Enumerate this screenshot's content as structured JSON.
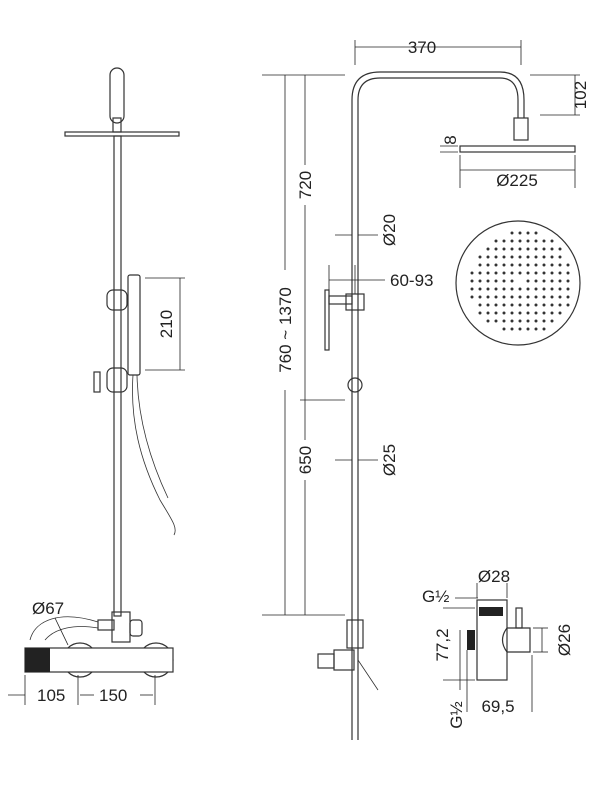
{
  "drawing": {
    "front_view": {
      "hand_shower_length": "210",
      "mixer_diameter": "Ø67",
      "mixer_offset": "105",
      "mixer_centers": "150"
    },
    "side_view": {
      "arm_reach": "370",
      "arm_height": "102",
      "head_thickness": "8",
      "head_diameter": "Ø225",
      "total_height": "760 ~ 1370",
      "upper_pipe_length": "720",
      "upper_pipe_diameter": "Ø20",
      "bracket_distance": "60-93",
      "lower_pipe_length": "650",
      "lower_pipe_diameter": "Ø25"
    },
    "diverter_detail": {
      "top_diameter": "Ø28",
      "top_thread": "G½",
      "height": "77,2",
      "side_diameter": "Ø26",
      "bottom_thread": "G½",
      "width": "69,5"
    },
    "colors": {
      "line": "#333333",
      "fill_dark": "#222222"
    }
  }
}
